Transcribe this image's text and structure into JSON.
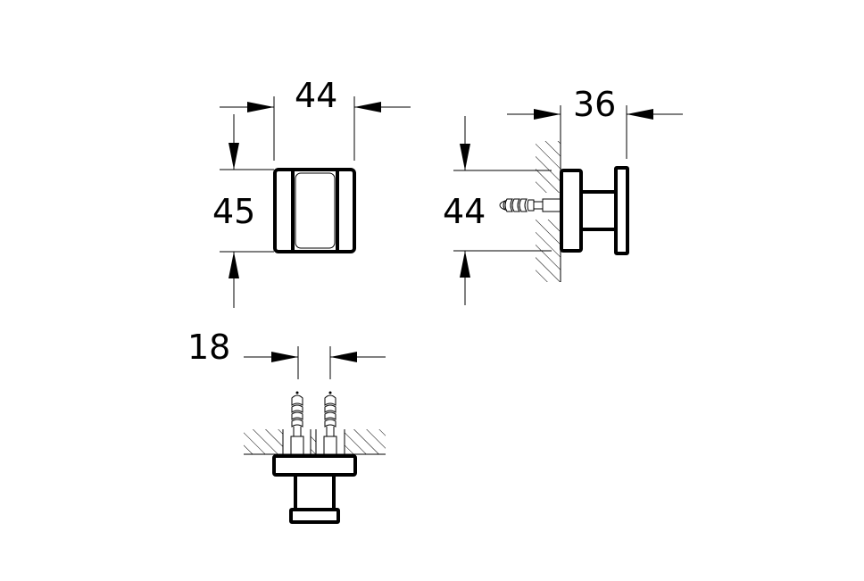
{
  "diagram": {
    "type": "technical-dimension-drawing",
    "subject": "robe hook",
    "units": "mm",
    "colors": {
      "line": "#000000",
      "background": "#ffffff"
    },
    "views": [
      {
        "name": "front-view",
        "dimensions": {
          "width": "44",
          "height": "45"
        }
      },
      {
        "name": "side-view",
        "dimensions": {
          "depth": "36",
          "height": "44"
        }
      },
      {
        "name": "bottom-view",
        "dimensions": {
          "screw_spacing": "18"
        }
      }
    ]
  }
}
